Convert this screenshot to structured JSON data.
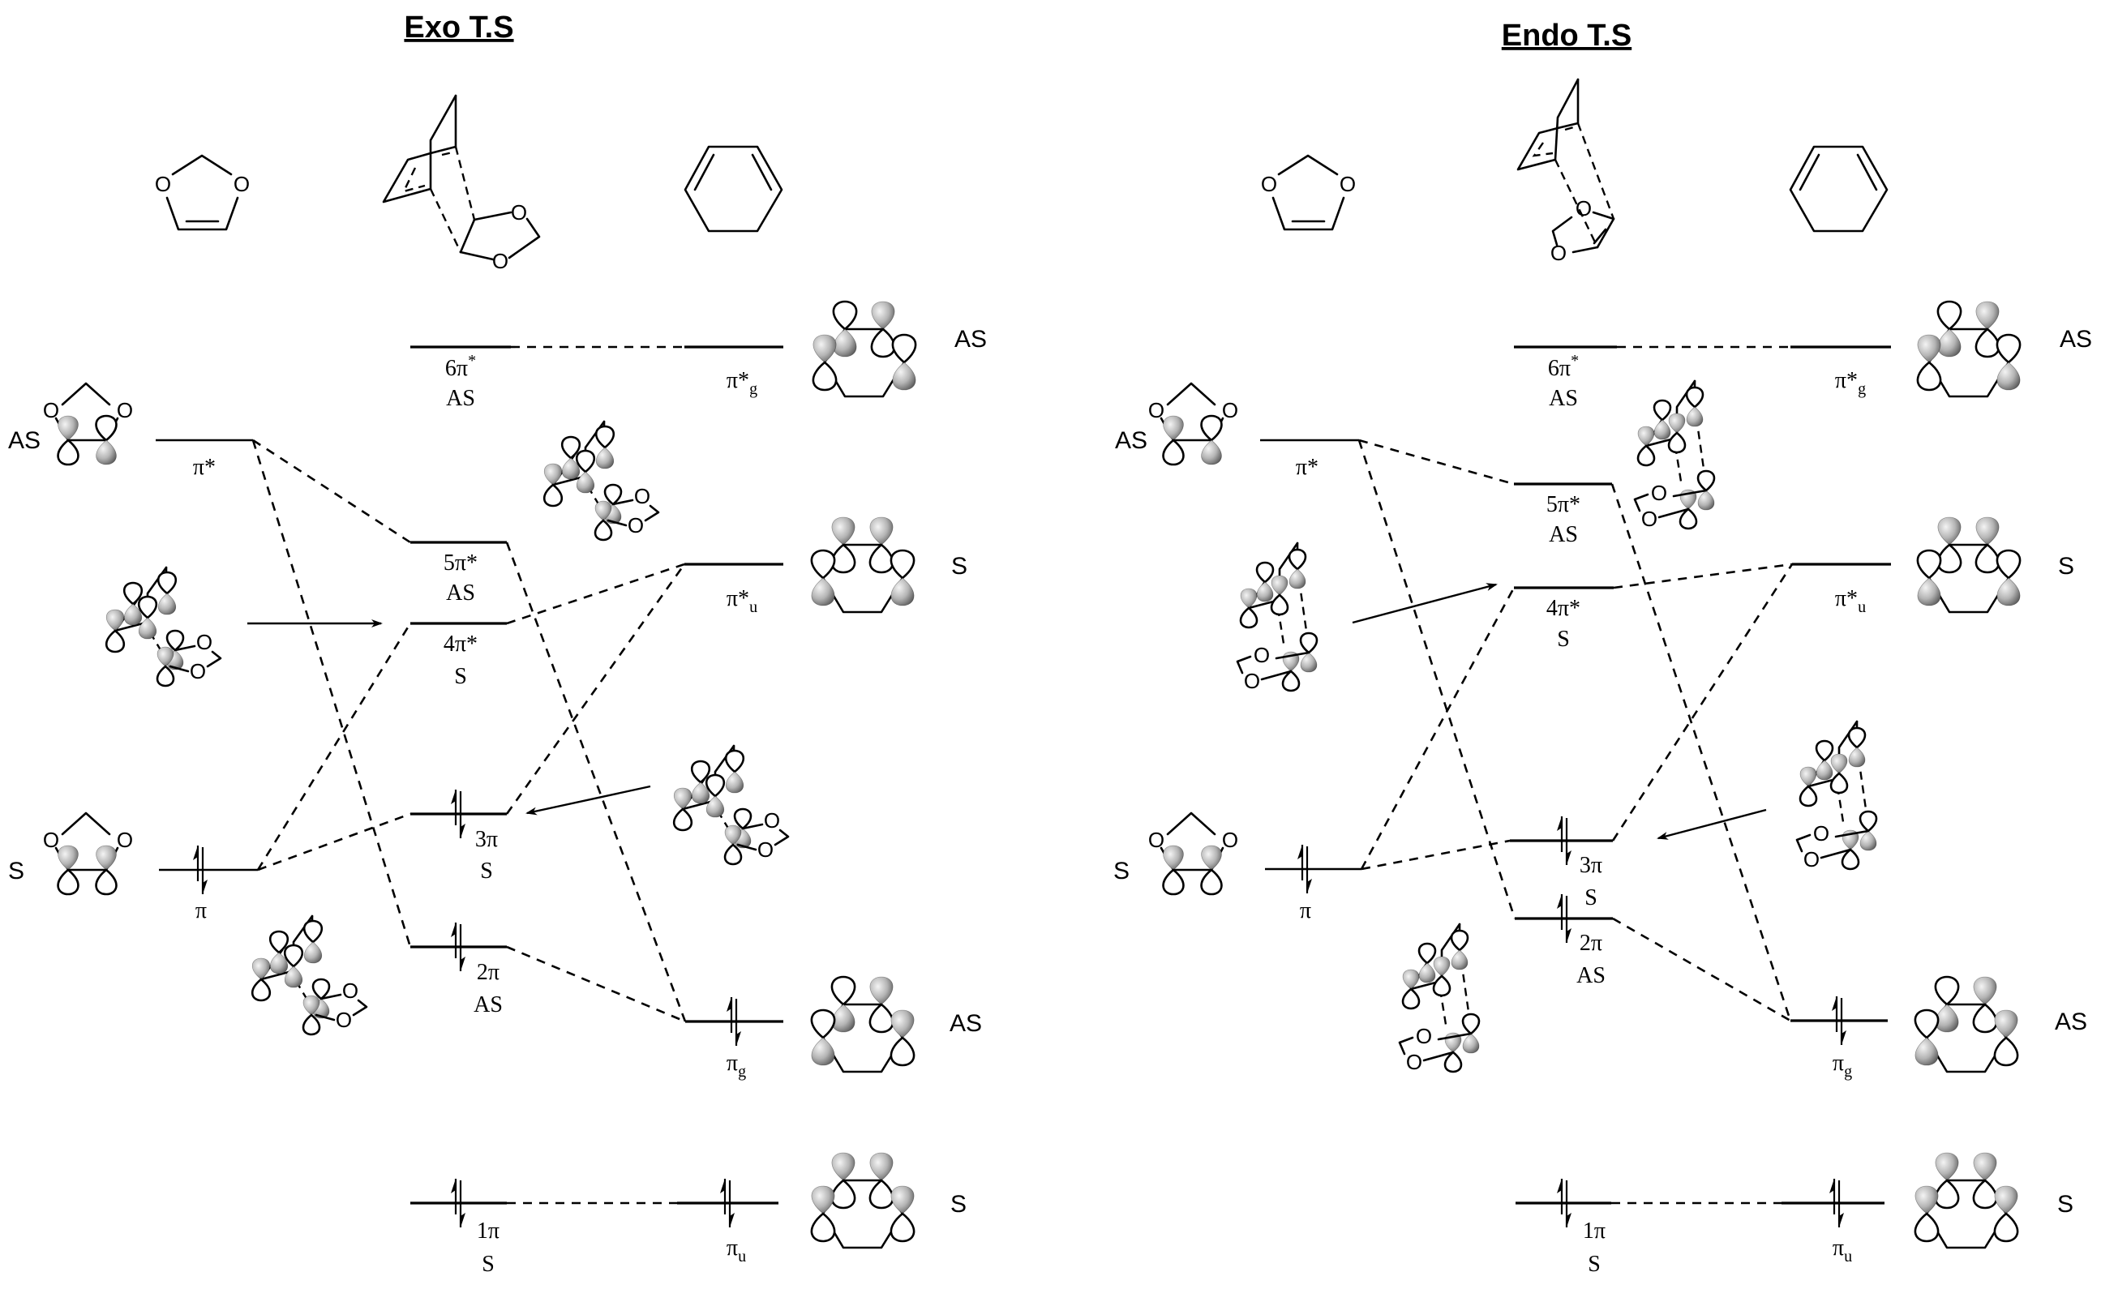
{
  "panels": [
    {
      "id": "exo",
      "title": "Exo T.S",
      "dioxole_levels": [
        {
          "label": "π*",
          "sym": "AS"
        },
        {
          "label": "π",
          "sym": "S"
        }
      ],
      "ts_levels": [
        {
          "label": "6π",
          "sup": "*",
          "sym": "AS",
          "occupied": false
        },
        {
          "label": "5π*",
          "sym": "AS",
          "occupied": false
        },
        {
          "label": "4π*",
          "sym": "S",
          "occupied": false
        },
        {
          "label": "3π",
          "sym": "S",
          "occupied": true
        },
        {
          "label": "2π",
          "sym": "AS",
          "occupied": true
        },
        {
          "label": "1π",
          "sym": "S",
          "occupied": true
        }
      ],
      "diene_levels": [
        {
          "label": "π*",
          "sub": "g",
          "sym": "AS",
          "occupied": false
        },
        {
          "label": "π*",
          "sub": "u",
          "sym": "S",
          "occupied": false
        },
        {
          "label": "π",
          "sub": "g",
          "sym": "AS",
          "occupied": true
        },
        {
          "label": "π",
          "sub": "u",
          "sym": "S",
          "occupied": true
        }
      ]
    },
    {
      "id": "endo",
      "title": "Endo T.S",
      "dioxole_levels": [
        {
          "label": "π*",
          "sym": "AS"
        },
        {
          "label": "π",
          "sym": "S"
        }
      ],
      "ts_levels": [
        {
          "label": "6π",
          "sup": "*",
          "sym": "AS",
          "occupied": false
        },
        {
          "label": "5π*",
          "sym": "AS",
          "occupied": false
        },
        {
          "label": "4π*",
          "sym": "S",
          "occupied": false
        },
        {
          "label": "3π",
          "sym": "S",
          "occupied": true
        },
        {
          "label": "2π",
          "sym": "AS",
          "occupied": true
        },
        {
          "label": "1π",
          "sym": "S",
          "occupied": true
        }
      ],
      "diene_levels": [
        {
          "label": "π*",
          "sub": "g",
          "sym": "AS",
          "occupied": false
        },
        {
          "label": "π*",
          "sub": "u",
          "sym": "S",
          "occupied": false
        },
        {
          "label": "π",
          "sub": "g",
          "sym": "AS",
          "occupied": true
        },
        {
          "label": "π",
          "sub": "u",
          "sym": "S",
          "occupied": true
        }
      ]
    }
  ],
  "atoms": {
    "oxygen": "O"
  },
  "colors": {
    "line": "#000000",
    "lobe_shade_light": "#f2f2f2",
    "lobe_shade_dark": "#6e6e6e",
    "background": "#ffffff"
  }
}
